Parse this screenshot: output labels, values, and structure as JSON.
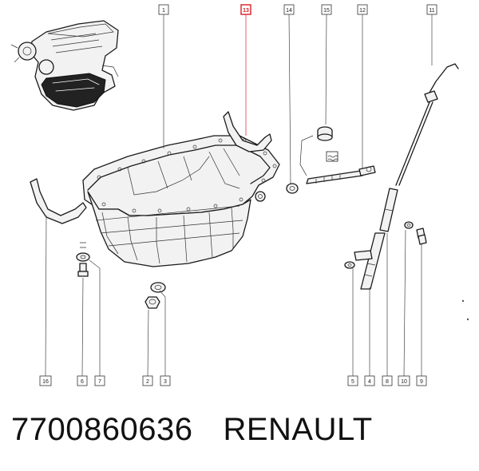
{
  "callouts": [
    {
      "id": "1",
      "label": "1",
      "highlight": false
    },
    {
      "id": "13",
      "label": "13",
      "highlight": true
    },
    {
      "id": "14",
      "label": "14",
      "highlight": false
    },
    {
      "id": "15",
      "label": "15",
      "highlight": false
    },
    {
      "id": "12",
      "label": "12",
      "highlight": false
    },
    {
      "id": "11",
      "label": "11",
      "highlight": false
    },
    {
      "id": "16",
      "label": "16",
      "highlight": false
    },
    {
      "id": "6",
      "label": "6",
      "highlight": false
    },
    {
      "id": "7",
      "label": "7",
      "highlight": false
    },
    {
      "id": "2",
      "label": "2",
      "highlight": false
    },
    {
      "id": "3",
      "label": "3",
      "highlight": false
    },
    {
      "id": "5",
      "label": "5",
      "highlight": false
    },
    {
      "id": "4",
      "label": "4",
      "highlight": false
    },
    {
      "id": "8",
      "label": "8",
      "highlight": false
    },
    {
      "id": "10",
      "label": "10",
      "highlight": false
    },
    {
      "id": "9",
      "label": "9",
      "highlight": false
    }
  ],
  "caption": {
    "part_number": "7700860636",
    "brand": "RENAULT"
  },
  "colors": {
    "highlight": "#d81f26",
    "line": "#1a1a1a",
    "background": "#ffffff"
  }
}
